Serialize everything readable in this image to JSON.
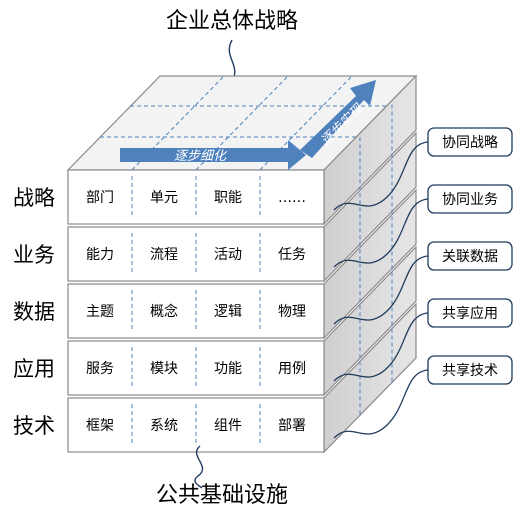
{
  "title": "企业总体战略",
  "footer": "公共基础设施",
  "progress_right_label": "逐步细化",
  "progress_up_label": "逐步实现",
  "layers": [
    {
      "name": "战略",
      "cells": [
        "部门",
        "单元",
        "职能",
        "……"
      ],
      "callout": "协同战略"
    },
    {
      "name": "业务",
      "cells": [
        "能力",
        "流程",
        "活动",
        "任务"
      ],
      "callout": "协同业务"
    },
    {
      "name": "数据",
      "cells": [
        "主题",
        "概念",
        "逻辑",
        "物理"
      ],
      "callout": "关联数据"
    },
    {
      "name": "应用",
      "cells": [
        "服务",
        "模块",
        "功能",
        "用例"
      ],
      "callout": "共享应用"
    },
    {
      "name": "技术",
      "cells": [
        "框架",
        "系统",
        "组件",
        "部署"
      ],
      "callout": "共享技术"
    }
  ],
  "colors": {
    "face_bg": "#ffffff",
    "face_border": "#8a8a8a",
    "grid_dash": "#4f81bd",
    "side_fill": "#d9d9d9",
    "top_fill": "#f3f3f3",
    "arrow_fill": "#4f81bd",
    "callout_stroke": "#1f3b5c",
    "text": "#000000"
  }
}
